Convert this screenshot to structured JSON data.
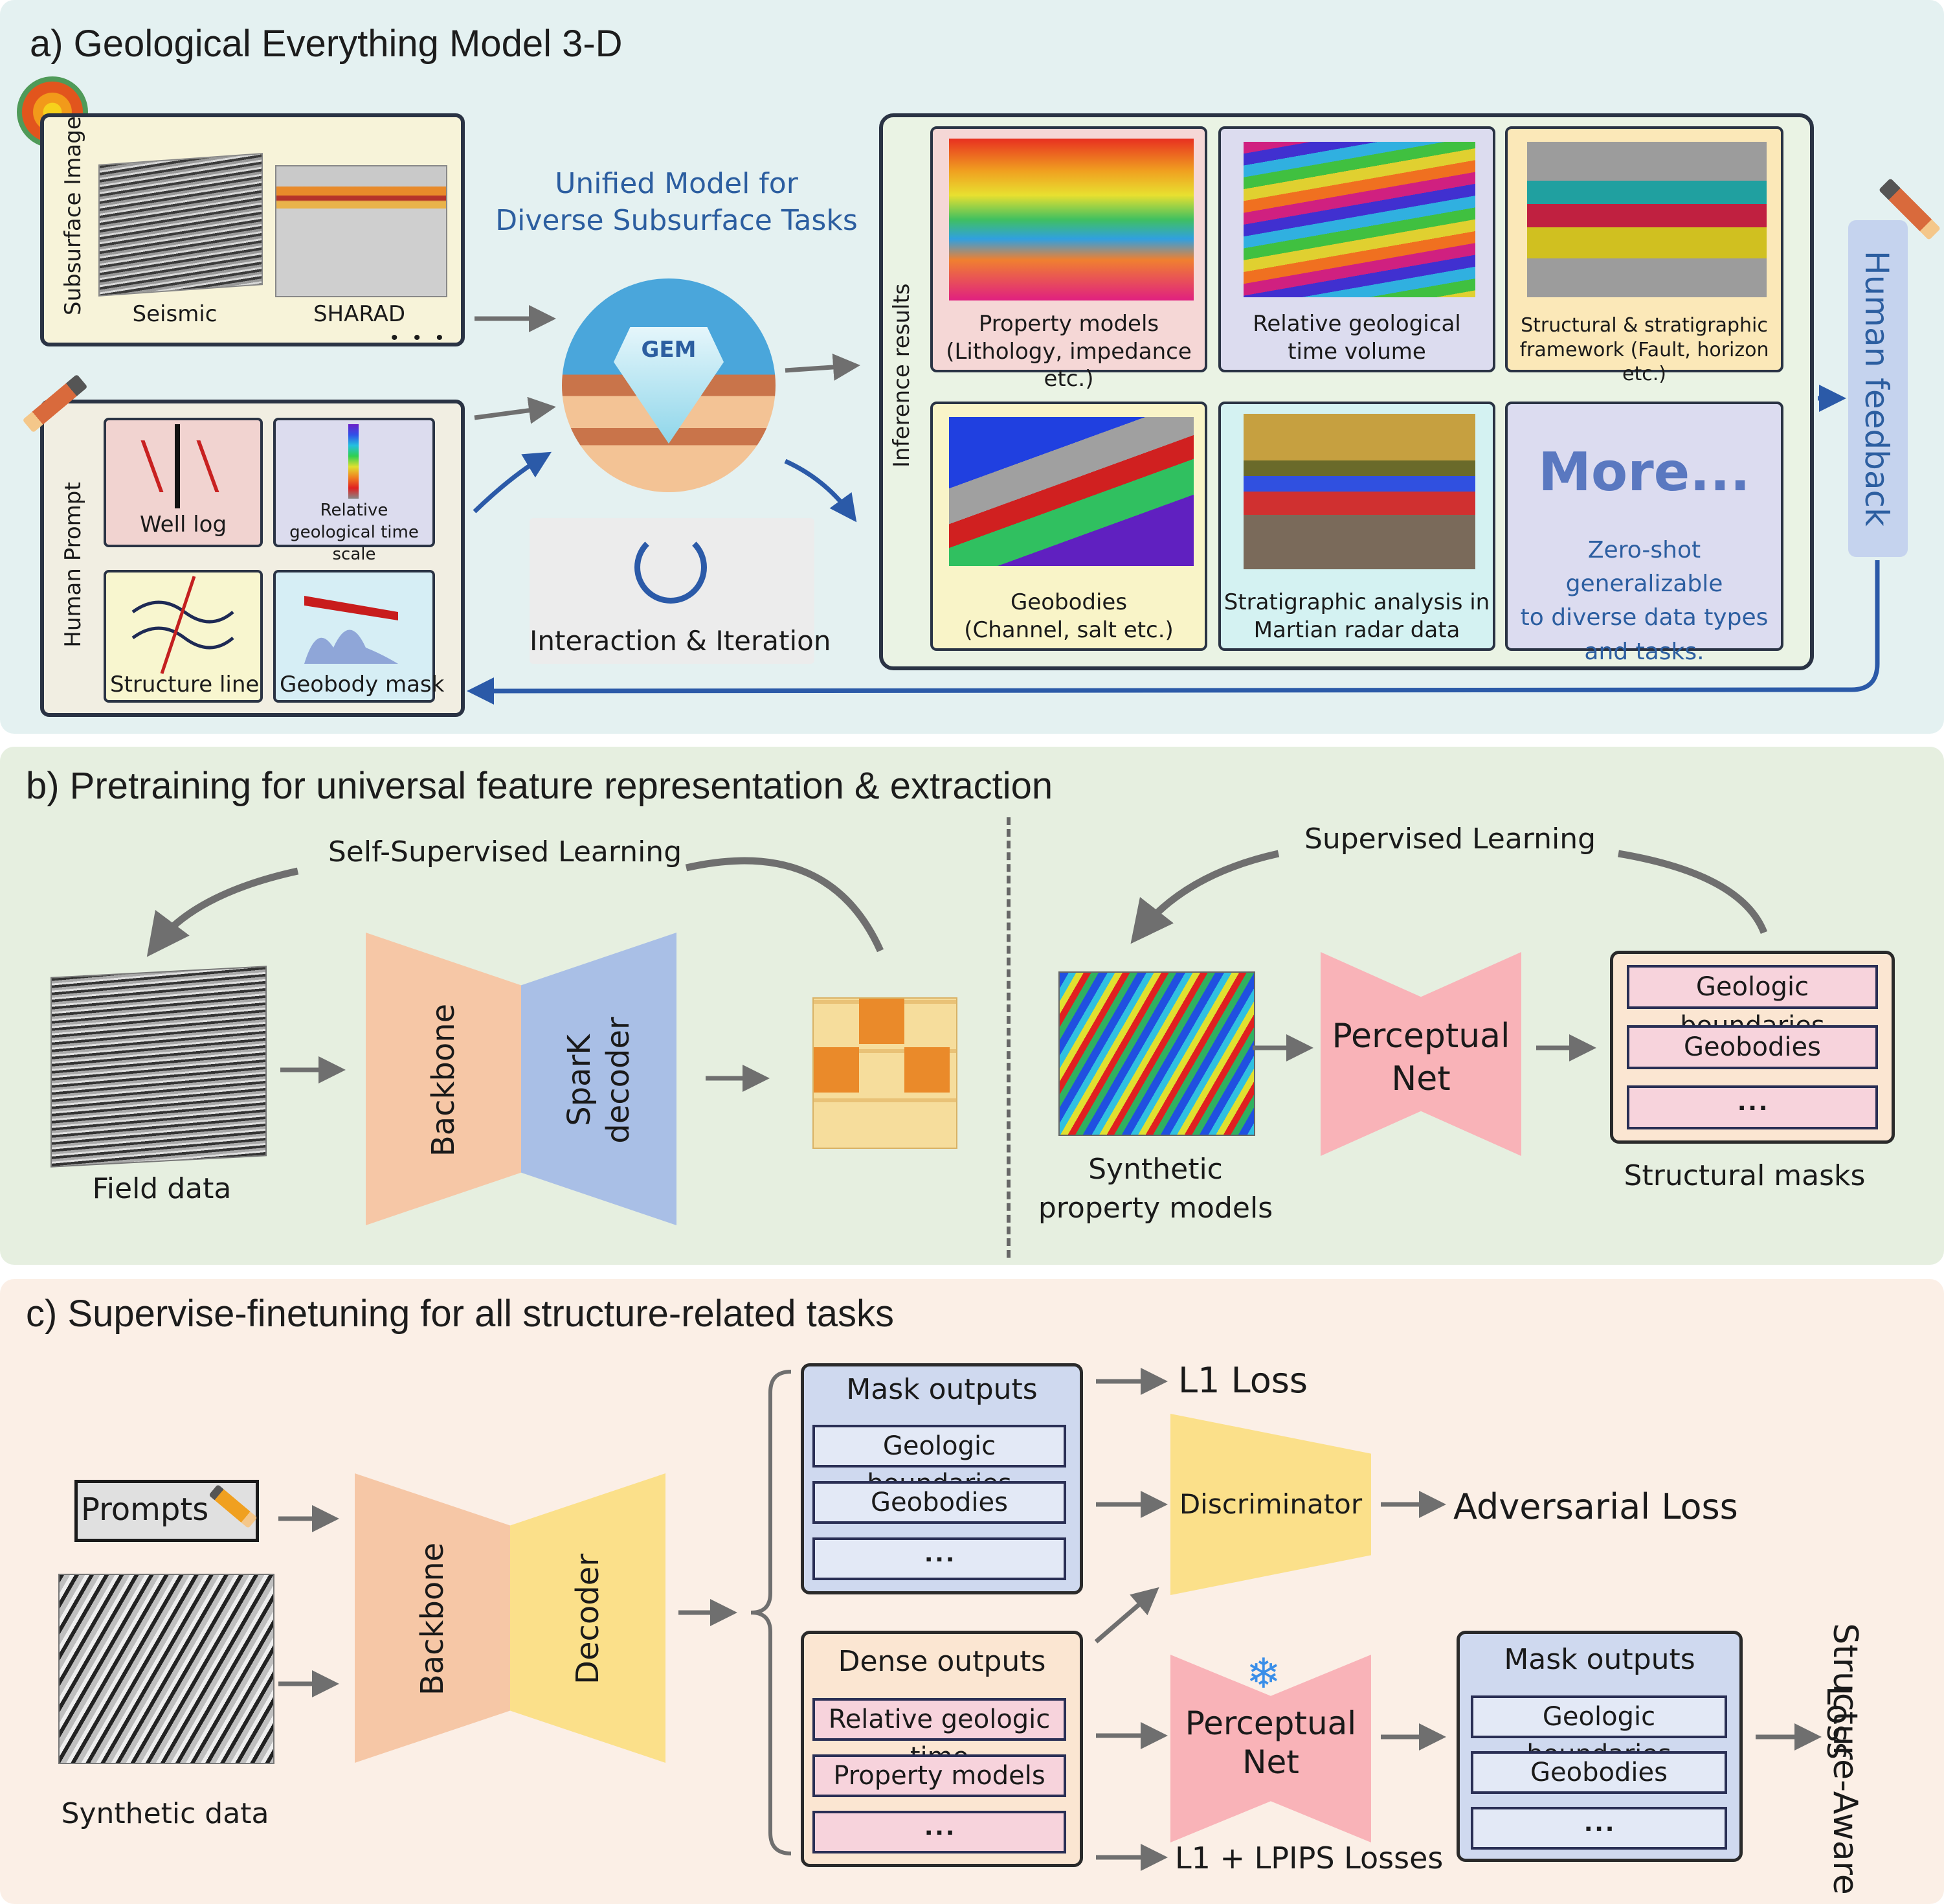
{
  "panel_a": {
    "title": "a) Geological Everything Model 3-D",
    "subsurface_label": "Subsurface Image",
    "seismic_label": "Seismic",
    "sharad_label": "SHARAD",
    "human_prompt_label": "Human Prompt",
    "well_log_label": "Well log",
    "rgt_scale_label": "Relative geological time scale",
    "structure_line_label": "Structure line",
    "geobody_mask_label": "Geobody mask",
    "unified_line1": "Unified Model for",
    "unified_line2": "Diverse Subsurface Tasks",
    "gem_label": "GEM",
    "interaction_label": "Interaction & Iteration",
    "inference_label": "Inference results",
    "results": [
      {
        "line1": "Property models",
        "line2": "(Lithology, impedance etc.)"
      },
      {
        "line1": "Relative geological",
        "line2": "time  volume"
      },
      {
        "line1": "Structural & stratigraphic",
        "line2": "framework (Fault, horizon etc.)"
      },
      {
        "line1": "Geobodies",
        "line2": "(Channel, salt etc.)"
      },
      {
        "line1": "Stratigraphic analysis in",
        "line2": "Martian radar data"
      }
    ],
    "more_title": "More...",
    "more_line1": "Zero-shot generalizable",
    "more_line2": "to diverse data types",
    "more_line3": "and tasks.",
    "human_feedback": "Human feedback"
  },
  "panel_b": {
    "title": "b) Pretraining for universal feature representation & extraction",
    "ssl_label": "Self-Supervised Learning",
    "sl_label": "Supervised Learning",
    "field_data": "Field data",
    "backbone": "Backbone",
    "spark_decoder_1": "SparK",
    "spark_decoder_2": "decoder",
    "synthetic_1": "Synthetic",
    "synthetic_2": "property models",
    "perceptual_1": "Perceptual",
    "perceptual_2": "Net",
    "mask_items": [
      "Geologic boundaries",
      "Geobodies"
    ],
    "structural_masks": "Structural masks"
  },
  "panel_c": {
    "title": "c) Supervise-finetuning for all structure-related tasks",
    "prompts": "Prompts",
    "synthetic_data": "Synthetic data",
    "backbone": "Backbone",
    "decoder": "Decoder",
    "mask_outputs": "Mask outputs",
    "mask_items": [
      "Geologic boundaries",
      "Geobodies"
    ],
    "dense_outputs": "Dense outputs",
    "dense_items": [
      "Relative geologic time",
      "Property models"
    ],
    "l1_loss": "L1 Loss",
    "discriminator": "Discriminator",
    "adversarial_loss": "Adversarial Loss",
    "perceptual_1": "Perceptual",
    "perceptual_2": "Net",
    "mask_outputs_2": "Mask outputs",
    "mask_items_2": [
      "Geologic boundaries",
      "Geobodies"
    ],
    "l1_lpips": "L1 + LPIPS Losses",
    "structure_aware_1": "Structure-Aware",
    "structure_aware_2": "Loss"
  },
  "colors": {
    "panel_a_bg": "#e4f1f1",
    "panel_b_bg": "#e6efe0",
    "panel_c_bg": "#fbefe6",
    "backbone": "#f6c7a6",
    "spark_decoder": "#a9bfe6",
    "decoder_c": "#fbe08a",
    "perceptual": "#f9b3b8",
    "arrow_blue": "#2b5aa8",
    "arrow_gray": "#6f6f6f"
  }
}
